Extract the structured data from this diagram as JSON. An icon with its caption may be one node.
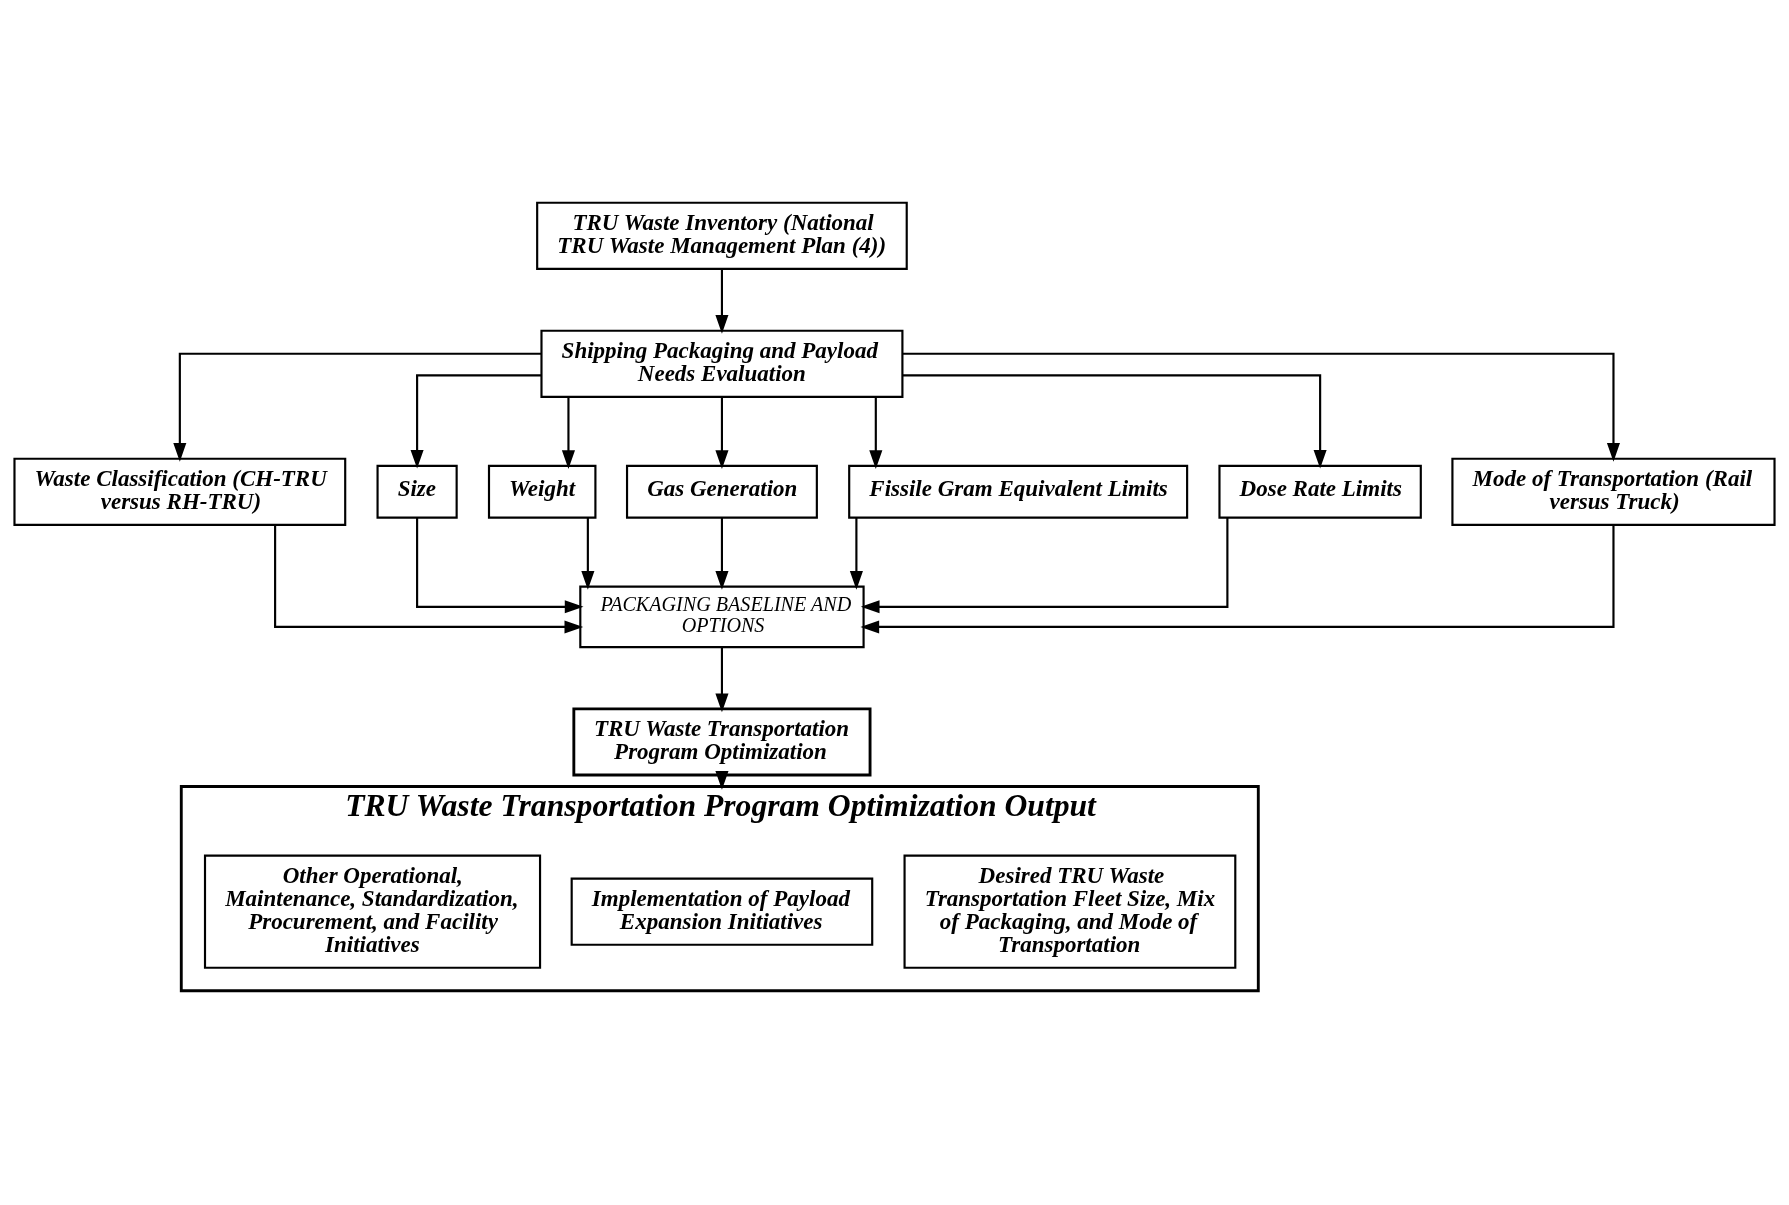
{
  "diagram": {
    "nodes": [
      {
        "text": [
          "TRU Waste Inventory (National TRU Waste Management Plan (4))"
        ]
      },
      {
        "text": [
          "Shipping Packaging and Payload Needs Evaluation"
        ]
      },
      {
        "text": [
          "Waste Classification (CH-TRU versus RH-TRU)"
        ]
      },
      {
        "text": [
          "Size"
        ]
      },
      {
        "text": [
          "Weight"
        ]
      },
      {
        "text": [
          "Gas Generation"
        ]
      },
      {
        "text": [
          "Fissile Gram Equivalent Limits"
        ]
      },
      {
        "text": [
          "Dose Rate Limits"
        ]
      },
      {
        "text": [
          "Mode of Transportation (Rail versus Truck)"
        ]
      },
      {
        "text": [
          "PACKAGING BASELINE AND OPTIONS"
        ]
      },
      {
        "text": [
          "TRU Waste Transportation Program Optimization"
        ]
      },
      {
        "text": [
          "TRU Waste Transportation Program Optimization Output"
        ]
      },
      {
        "text": [
          "Desired TRU Waste Transportation Fleet Size, Mix of Packaging, and Mode of Transportation"
        ],
        "in": 11
      },
      {
        "text": [
          "Implementation of Payload Expansion Initiatives"
        ],
        "in": 11
      },
      {
        "text": [
          "Other Operational, Maintenance, Standardization, Procurement, and Facility Initiatives"
        ],
        "in": 11
      }
    ],
    "edges": [
      {
        "from": 0,
        "to": 1,
        "arrow": "to"
      },
      {
        "from": 1,
        "to": 2,
        "arrow": "to"
      },
      {
        "from": 1,
        "to": 3,
        "arrow": "to"
      },
      {
        "from": 1,
        "to": 4,
        "arrow": "to"
      },
      {
        "from": 1,
        "to": 5,
        "arrow": "to"
      },
      {
        "from": 1,
        "to": 6,
        "arrow": "to"
      },
      {
        "from": 1,
        "to": 7,
        "arrow": "to"
      },
      {
        "from": 1,
        "to": 8,
        "arrow": "to"
      },
      {
        "from": 2,
        "to": 9,
        "arrow": "to"
      },
      {
        "from": 3,
        "to": 9,
        "arrow": "to"
      },
      {
        "from": 4,
        "to": 9,
        "arrow": "to"
      },
      {
        "from": 5,
        "to": 9,
        "arrow": "to"
      },
      {
        "from": 6,
        "to": 9,
        "arrow": "to"
      },
      {
        "from": 7,
        "to": 9,
        "arrow": "to"
      },
      {
        "from": 8,
        "to": 9,
        "arrow": "to"
      },
      {
        "from": 9,
        "to": 10,
        "arrow": "to"
      },
      {
        "from": 10,
        "to": 11,
        "arrow": "to"
      }
    ]
  }
}
